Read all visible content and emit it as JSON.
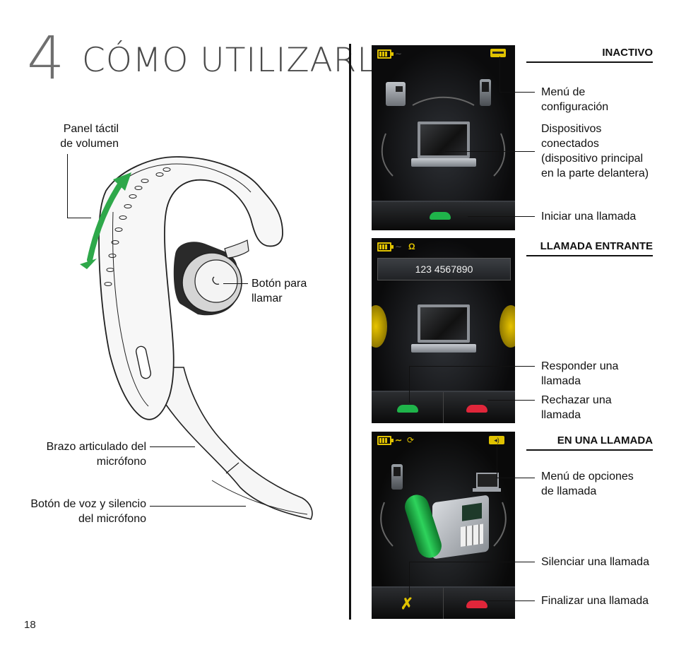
{
  "page": {
    "chapter_number": "4",
    "chapter_title": "CÓMO UTILIZARLO",
    "page_number": "18"
  },
  "headset": {
    "volume_panel": [
      "Panel táctil",
      "de volumen"
    ],
    "call_button": [
      "Botón para",
      "llamar"
    ],
    "mic_arm": [
      "Brazo articulado del",
      "micrófono"
    ],
    "voice_mute": [
      "Botón de voz y silencio",
      "del micrófono"
    ]
  },
  "screens": {
    "idle": {
      "heading": "INACTIVO",
      "settings_menu": [
        "Menú de",
        "configuración"
      ],
      "connected_devices": [
        "Dispositivos",
        "conectados",
        "(dispositivo principal",
        "en la parte delantera)"
      ],
      "start_call": "Iniciar una llamada"
    },
    "incoming": {
      "heading": "LLAMADA ENTRANTE",
      "number": "123 4567890",
      "answer": [
        "Responder una",
        "llamada"
      ],
      "reject": [
        "Rechazar una",
        "llamada"
      ]
    },
    "in_call": {
      "heading": "EN UNA LLAMADA",
      "options_menu": [
        "Menú de opciones",
        "de llamada"
      ],
      "mute": "Silenciar una llamada",
      "end": "Finalizar una llamada"
    }
  },
  "colors": {
    "arrow_green": "#2ea84a",
    "call_green": "#1fb44a",
    "call_red": "#e0263a",
    "status_yellow": "#e0c200"
  },
  "icons": [
    "battery-icon",
    "signal-icon",
    "settings-key-icon",
    "headset-icon",
    "speaker-icon",
    "mute-mic-icon",
    "laptop-icon",
    "desk-phone-icon",
    "mobile-phone-icon"
  ]
}
